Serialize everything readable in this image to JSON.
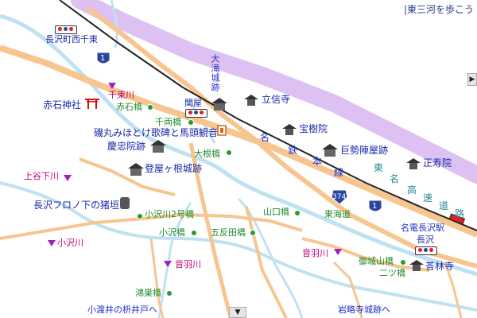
{
  "site_title": "|東三河を歩こう",
  "stations": {
    "nagasawa_nishisenhigashi": "長沢町西千東",
    "sekiya": "関屋",
    "meiden_nagasawa": "名電長沢駅",
    "nagasawa": "長沢"
  },
  "route_shields": {
    "route1_a": "1",
    "route1_b": "1",
    "route374": "374"
  },
  "places": {
    "ootaki_castle": "大滝城跡",
    "rissinji": "立信寺",
    "hojuin": "宝樹院",
    "kiseijin": "巨勢陣屋跡",
    "shojuin": "正寿院",
    "akaishi_shrine": "赤石神社",
    "sentogawa": "千束川",
    "akaishibashi": "赤石橋",
    "senryobashi": "千両橋",
    "isomaru": "磯丸みほとけ歌碑と馬頭観音",
    "keichuin": "慶忠院跡",
    "onebashi": "大根橋",
    "noboriya": "登屋ヶ根城跡",
    "kamiyashitagawa": "上谷下川",
    "inoshishigaki": "長沢フロノ下の猪垣",
    "kozawagawa_2": "小沢川2号橋",
    "kozawagawa": "小沢川",
    "kozawabashi": "小沢橋",
    "gotandabashi": "五反田橋",
    "yamaguchibashi": "山口橋",
    "tokaido": "東海道",
    "otowagawa_a": "音羽川",
    "otowagawa_b": "音羽川",
    "kosugebashi": "鴻巣橋",
    "kowatai": "小渡井の枡井戸へ",
    "goshiroyama": "御城山橋",
    "futatsubashi": "二ツ橋",
    "korinji": "荅林寺",
    "ganryakuji": "岩略寺城跡へ"
  },
  "rail_meitetsu": [
    "名",
    "鉄",
    "本",
    "線"
  ],
  "highway_chars": [
    "東",
    "名",
    "高",
    "速",
    "道",
    "路"
  ],
  "controls": {
    "scroll_right": "▶",
    "scroll_down": "▼"
  },
  "colors": {
    "highway": "#ddc1f2",
    "road": "#f7c58f",
    "river": "#bfe2f2",
    "rail": "#222222",
    "route1": "#2a44a0"
  }
}
